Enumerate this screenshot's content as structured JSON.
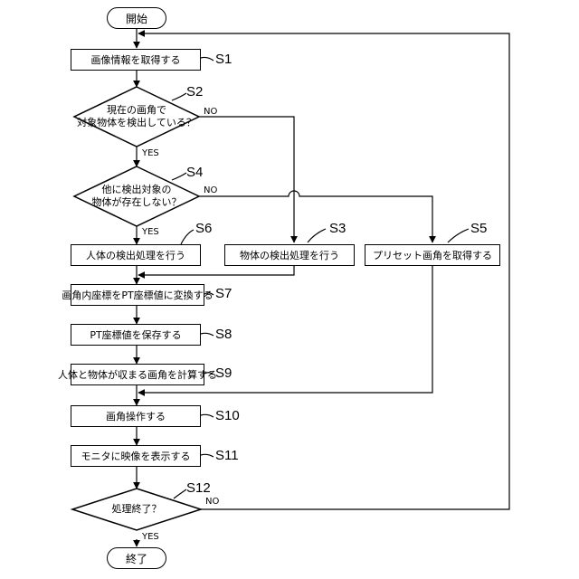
{
  "terminals": {
    "start": "開始",
    "end": "終了"
  },
  "process": {
    "s1": "画像情報を取得する",
    "s6": "人体の検出処理を行う",
    "s3": "物体の検出処理を行う",
    "s5": "プリセット画角を取得する",
    "s7": "画角内座標をPT座標値に変換する",
    "s8": "PT座標値を保存する",
    "s9": "人体と物体が収まる画角を計算する",
    "s10": "画角操作する",
    "s11": "モニタに映像を表示する"
  },
  "decisions": {
    "s2": {
      "line1": "現在の画角で",
      "line2": "対象物体を検出している？"
    },
    "s4": {
      "line1": "他に検出対象の",
      "line2": "物体が存在しない？"
    },
    "s12": {
      "line1": "処理終了？"
    }
  },
  "step_labels": {
    "s1": "S1",
    "s2": "S2",
    "s3": "S3",
    "s4": "S4",
    "s5": "S5",
    "s6": "S6",
    "s7": "S7",
    "s8": "S8",
    "s9": "S9",
    "s10": "S10",
    "s11": "S11",
    "s12": "S12"
  },
  "branch_labels": {
    "yes": "YES",
    "no": "NO"
  }
}
